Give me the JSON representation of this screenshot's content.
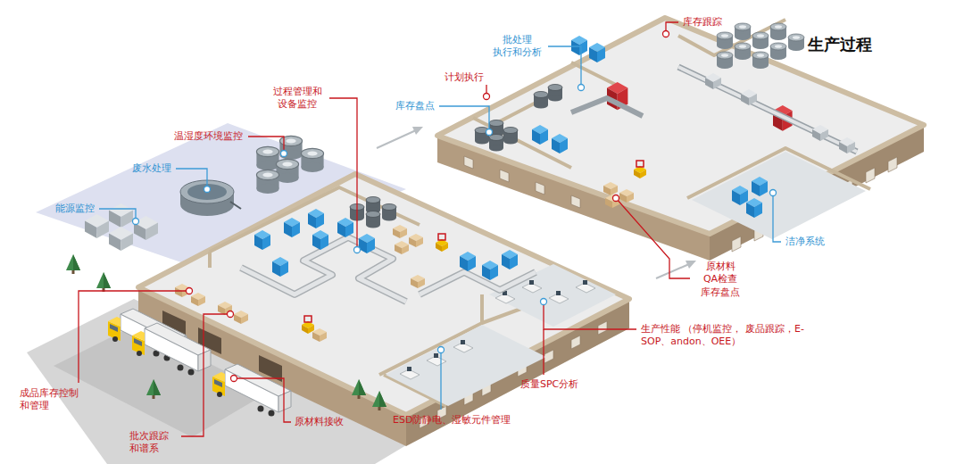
{
  "diagram": {
    "title": "生产过程",
    "labels": [
      "库存跟踪",
      "批处理 执行和分析",
      "计划执行",
      "库存盘点",
      "过程管理和 设备监控",
      "温湿度环境监控",
      "废水处理",
      "能源监控",
      "洁净系统",
      "原材料 QA检查 库存盘点",
      "生产性能 （停机监控， 废品跟踪，E-SOP、andon、OEE）",
      "质量SPC分析",
      "成品库存控制 和管理",
      "批次跟踪 和谱系",
      "ESD防静电、湿敏元件管理",
      "原材料接收"
    ]
  }
}
